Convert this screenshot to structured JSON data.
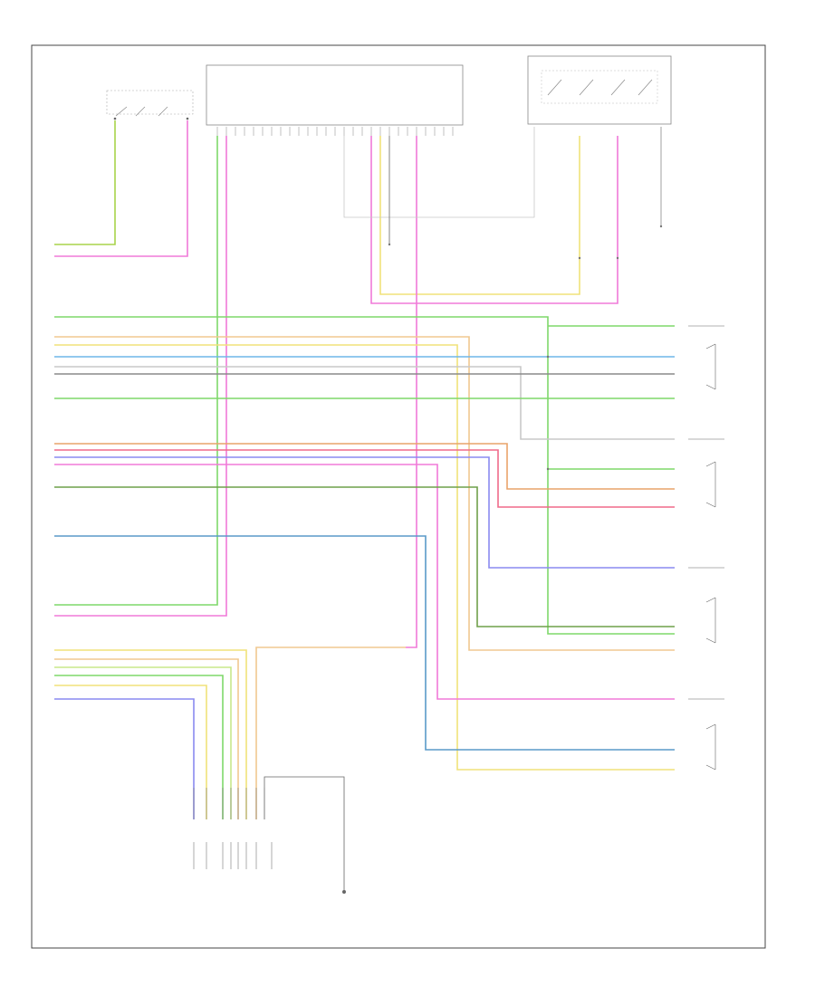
{
  "diagram": {
    "page_id": "",
    "modules": {
      "left_top_switch": {
        "title_line1": "",
        "title_line2": ""
      },
      "center_module": {
        "title_line1": "",
        "title_line2": ""
      },
      "right_top_module": {
        "title": "",
        "side_label": ""
      },
      "bottom_connector": {
        "title_line1": "",
        "title_line2": "",
        "title_line3": "",
        "title_line4": ""
      }
    },
    "wires": [
      {
        "id": "w01",
        "color": "#a8d34a"
      },
      {
        "id": "w02",
        "color": "#f07ad8"
      },
      {
        "id": "w03",
        "color": "#7fd86a"
      },
      {
        "id": "w04",
        "color": "#f0e27a"
      },
      {
        "id": "w05",
        "color": "#e9a36a"
      },
      {
        "id": "w06",
        "color": "#6fb6e8"
      },
      {
        "id": "w07",
        "color": "#8a8a8a"
      },
      {
        "id": "w08",
        "color": "#c8c8c8"
      },
      {
        "id": "w09",
        "color": "#f06a8a"
      },
      {
        "id": "w10",
        "color": "#8a8af0"
      },
      {
        "id": "w11",
        "color": "#6fa04a"
      },
      {
        "id": "w12",
        "color": "#5a9ac8"
      }
    ],
    "right_components": [
      {
        "id": "motor-a",
        "label": ""
      },
      {
        "id": "motor-b",
        "label": ""
      },
      {
        "id": "motor-c",
        "label": ""
      },
      {
        "id": "motor-d",
        "label": ""
      }
    ]
  }
}
